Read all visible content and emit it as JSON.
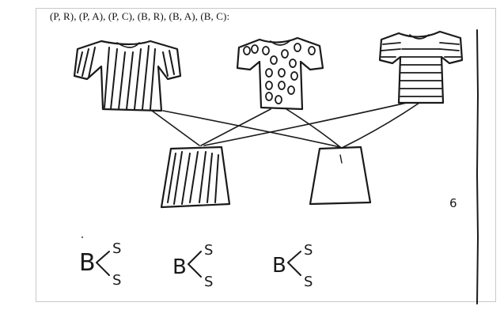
{
  "caption": "(P, R), (P, A), (P, C), (B, R), (B, A), (B, C):",
  "page_number": "6",
  "tree_sketches": [
    {
      "root": "B",
      "branches": [
        "S",
        "S"
      ]
    },
    {
      "root": "B",
      "branches": [
        "S",
        "S"
      ]
    },
    {
      "root": "B",
      "branches": [
        "S",
        "S"
      ]
    }
  ]
}
